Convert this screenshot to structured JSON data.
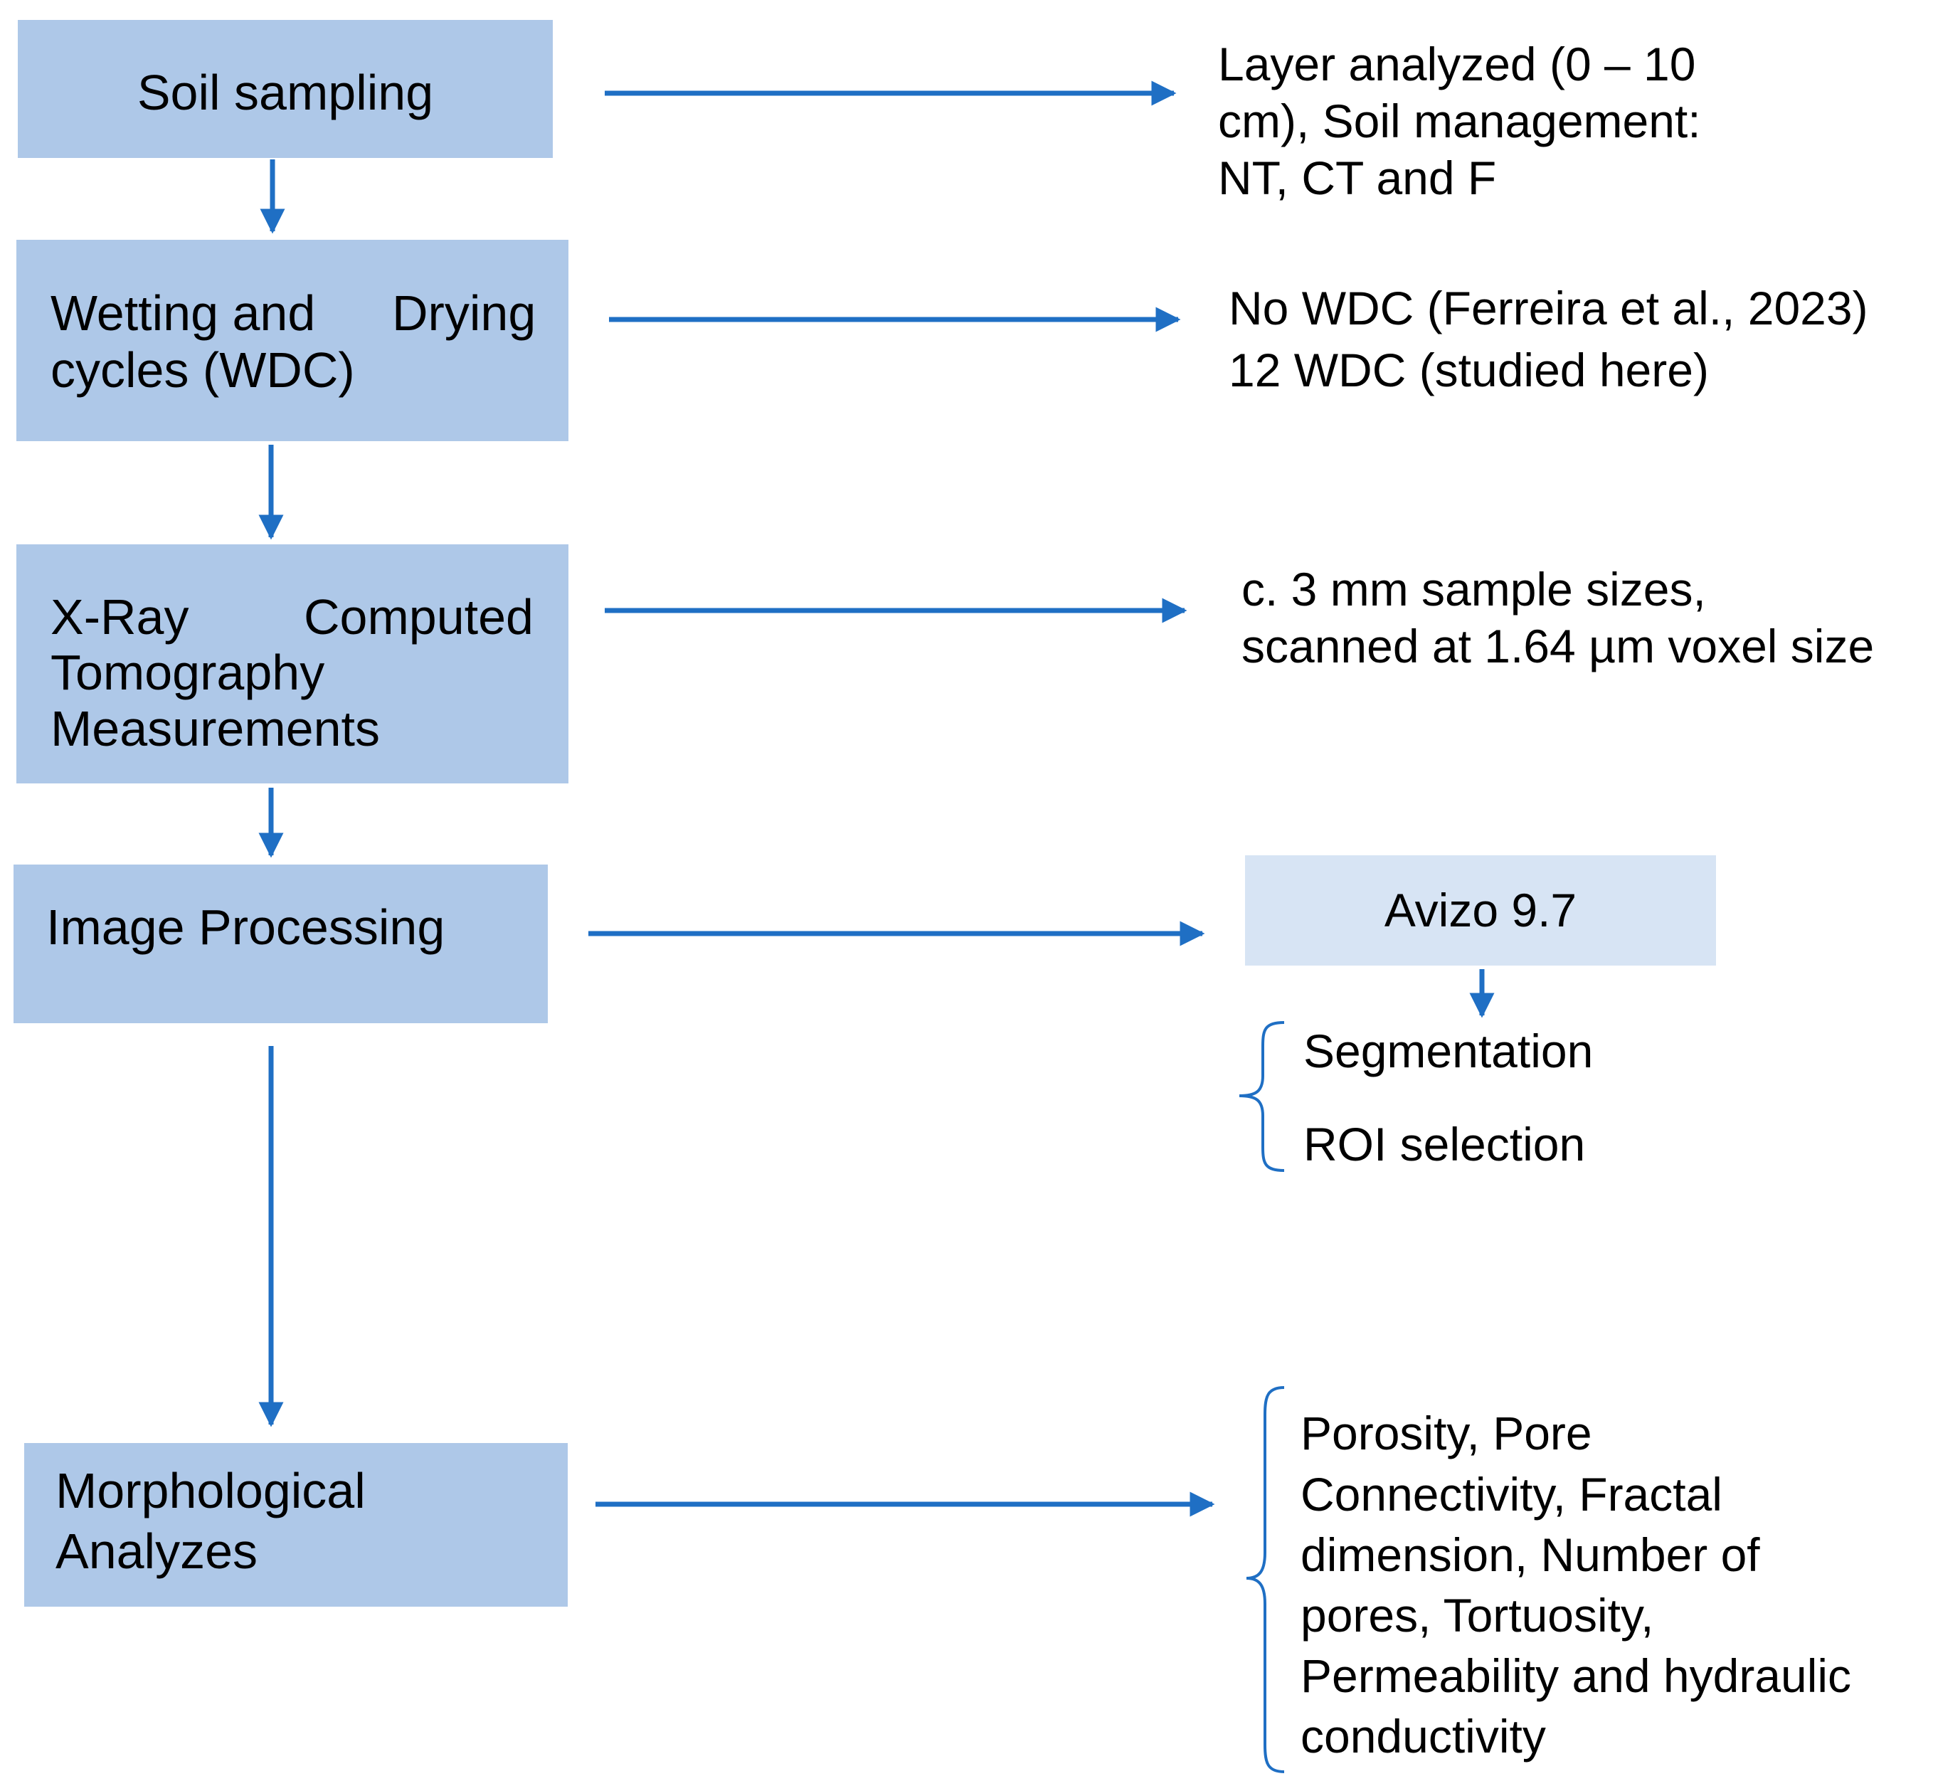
{
  "steps": [
    {
      "label": "Soil sampling"
    },
    {
      "line1": "Wetting and",
      "line2": "Drying",
      "line3": "cycles (WDC)"
    },
    {
      "line1": "X-Ray",
      "line2": "Computed",
      "line3": "Tomography",
      "line4": "Measurements"
    },
    {
      "label": "Image Processing"
    },
    {
      "line1": "Morphological",
      "line2": "Analyzes"
    }
  ],
  "notes": {
    "sampling": [
      "Layer analyzed (0 – 10",
      "cm), Soil management:",
      "NT, CT and F"
    ],
    "wdc": [
      "No WDC (Ferreira et al., 2023)",
      "12 WDC (studied here)"
    ],
    "ct": [
      "c. 3 mm sample sizes,",
      "scanned at 1.64 µm voxel size"
    ],
    "software": "Avizo 9.7",
    "processing": [
      "Segmentation",
      "ROI selection"
    ],
    "analyses": [
      "Porosity, Pore",
      "Connectivity, Fractal",
      "dimension, Number of",
      "pores, Tortuosity,",
      "Permeability and hydraulic",
      "conductivity"
    ]
  },
  "colors": {
    "box": "#aec8e8",
    "box_light": "#d7e4f4",
    "arrow": "#1f6fc4"
  }
}
